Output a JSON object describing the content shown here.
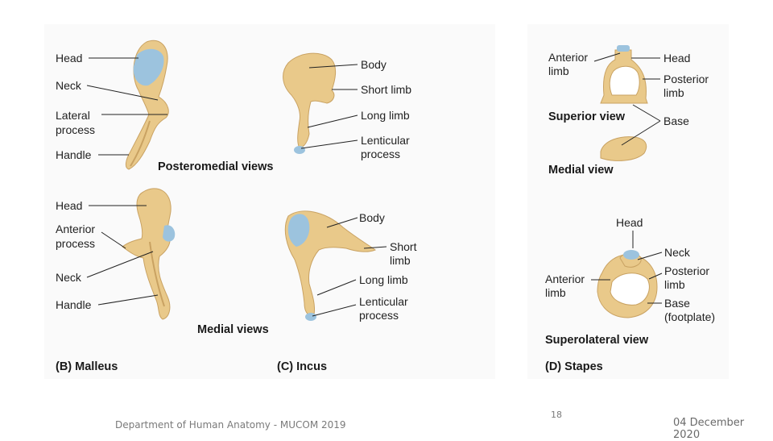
{
  "colors": {
    "bone": "#e9c98a",
    "bone_shade": "#c9a262",
    "cartilage": "#9cc3de",
    "panel": "#fafafa",
    "leader": "#222222"
  },
  "malleus": {
    "caption": "(B) Malleus",
    "top": {
      "view": "Posteromedial views",
      "head": "Head",
      "neck": "Neck",
      "lateral_process": [
        "Lateral",
        "process"
      ],
      "handle": "Handle"
    },
    "bottom": {
      "view": "Medial views",
      "head": "Head",
      "anterior_process": [
        "Anterior",
        "process"
      ],
      "neck": "Neck",
      "handle": "Handle"
    }
  },
  "incus": {
    "caption": "(C) Incus",
    "top": {
      "body": "Body",
      "short_limb": "Short limb",
      "long_limb": "Long limb",
      "lenticular_process": [
        "Lenticular",
        "process"
      ]
    },
    "bottom": {
      "body": "Body",
      "short_limb": [
        "Short",
        "limb"
      ],
      "long_limb": "Long limb",
      "lenticular_process": [
        "Lenticular",
        "process"
      ]
    }
  },
  "stapes": {
    "caption": "(D) Stapes",
    "top": {
      "anterior_limb": [
        "Anterior",
        "limb"
      ],
      "head": "Head",
      "posterior_limb": [
        "Posterior",
        "limb"
      ],
      "superior_view": "Superior view",
      "base": "Base",
      "medial_view": "Medial view"
    },
    "bottom": {
      "head": "Head",
      "neck": "Neck",
      "posterior_limb": [
        "Posterior",
        "limb"
      ],
      "anterior_limb": [
        "Anterior",
        "limb"
      ],
      "base": [
        "Base",
        "(footplate)"
      ],
      "view": "Superolateral view"
    }
  },
  "footer": {
    "department": "Department of Human Anatomy - MUCOM 2019",
    "page_number": "18",
    "date": "04 December 2020"
  }
}
